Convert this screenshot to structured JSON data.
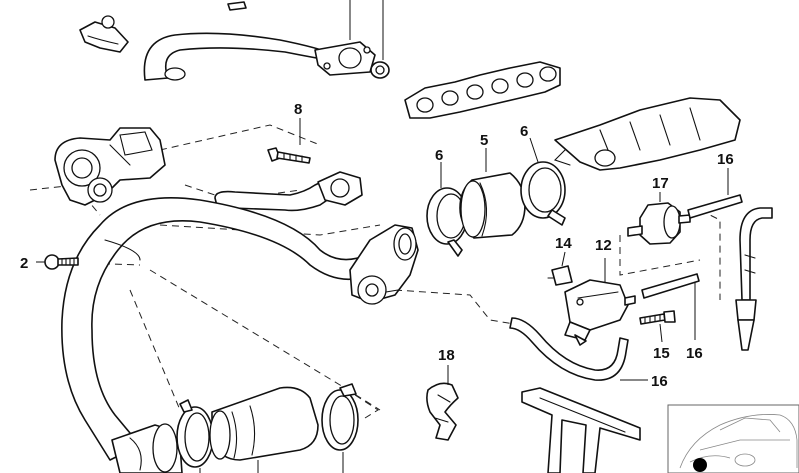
{
  "callouts": [
    {
      "id": "c2",
      "label": "2"
    },
    {
      "id": "c5",
      "label": "5"
    },
    {
      "id": "c6a",
      "label": "6"
    },
    {
      "id": "c6b",
      "label": "6"
    },
    {
      "id": "c8",
      "label": "8"
    },
    {
      "id": "c12",
      "label": "12"
    },
    {
      "id": "c14",
      "label": "14"
    },
    {
      "id": "c15",
      "label": "15"
    },
    {
      "id": "c16a",
      "label": "16"
    },
    {
      "id": "c16b",
      "label": "16"
    },
    {
      "id": "c16c",
      "label": "16"
    },
    {
      "id": "c17",
      "label": "17"
    },
    {
      "id": "c18",
      "label": "18"
    }
  ],
  "colors": {
    "line": "#111111",
    "background": "#ffffff",
    "inset_car": "#888888",
    "marker": "#000000"
  },
  "inset": {
    "icon": "car-location-icon"
  }
}
